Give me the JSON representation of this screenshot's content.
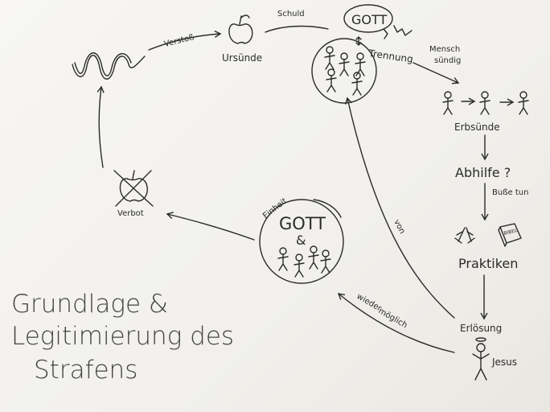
{
  "title": {
    "line1": "Grundlage &",
    "line2": "Legitimierung des",
    "line3": "Strafens"
  },
  "nodes": {
    "verstoss": "Verstoß",
    "ursuende": "Ursünde",
    "schuld": "Schuld",
    "gott_top": "GOTT",
    "trennung": "Trennung",
    "mensch_suendig_1": "Mensch",
    "mensch_suendig_2": "sündig",
    "erbsuende": "Erbsünde",
    "abhilfe": "Abhilfe ?",
    "busse_tun": "Buße tun",
    "bibel": "BIBEL",
    "praktiken": "Praktiken",
    "erloesung": "Erlösung",
    "jesus": "Jesus",
    "wieder": "wieder",
    "moeglich": "möglich",
    "von": "von",
    "einheit": "Einheit",
    "gott_center": "GOTT",
    "ampersand": "&",
    "verbot": "Verbot"
  }
}
